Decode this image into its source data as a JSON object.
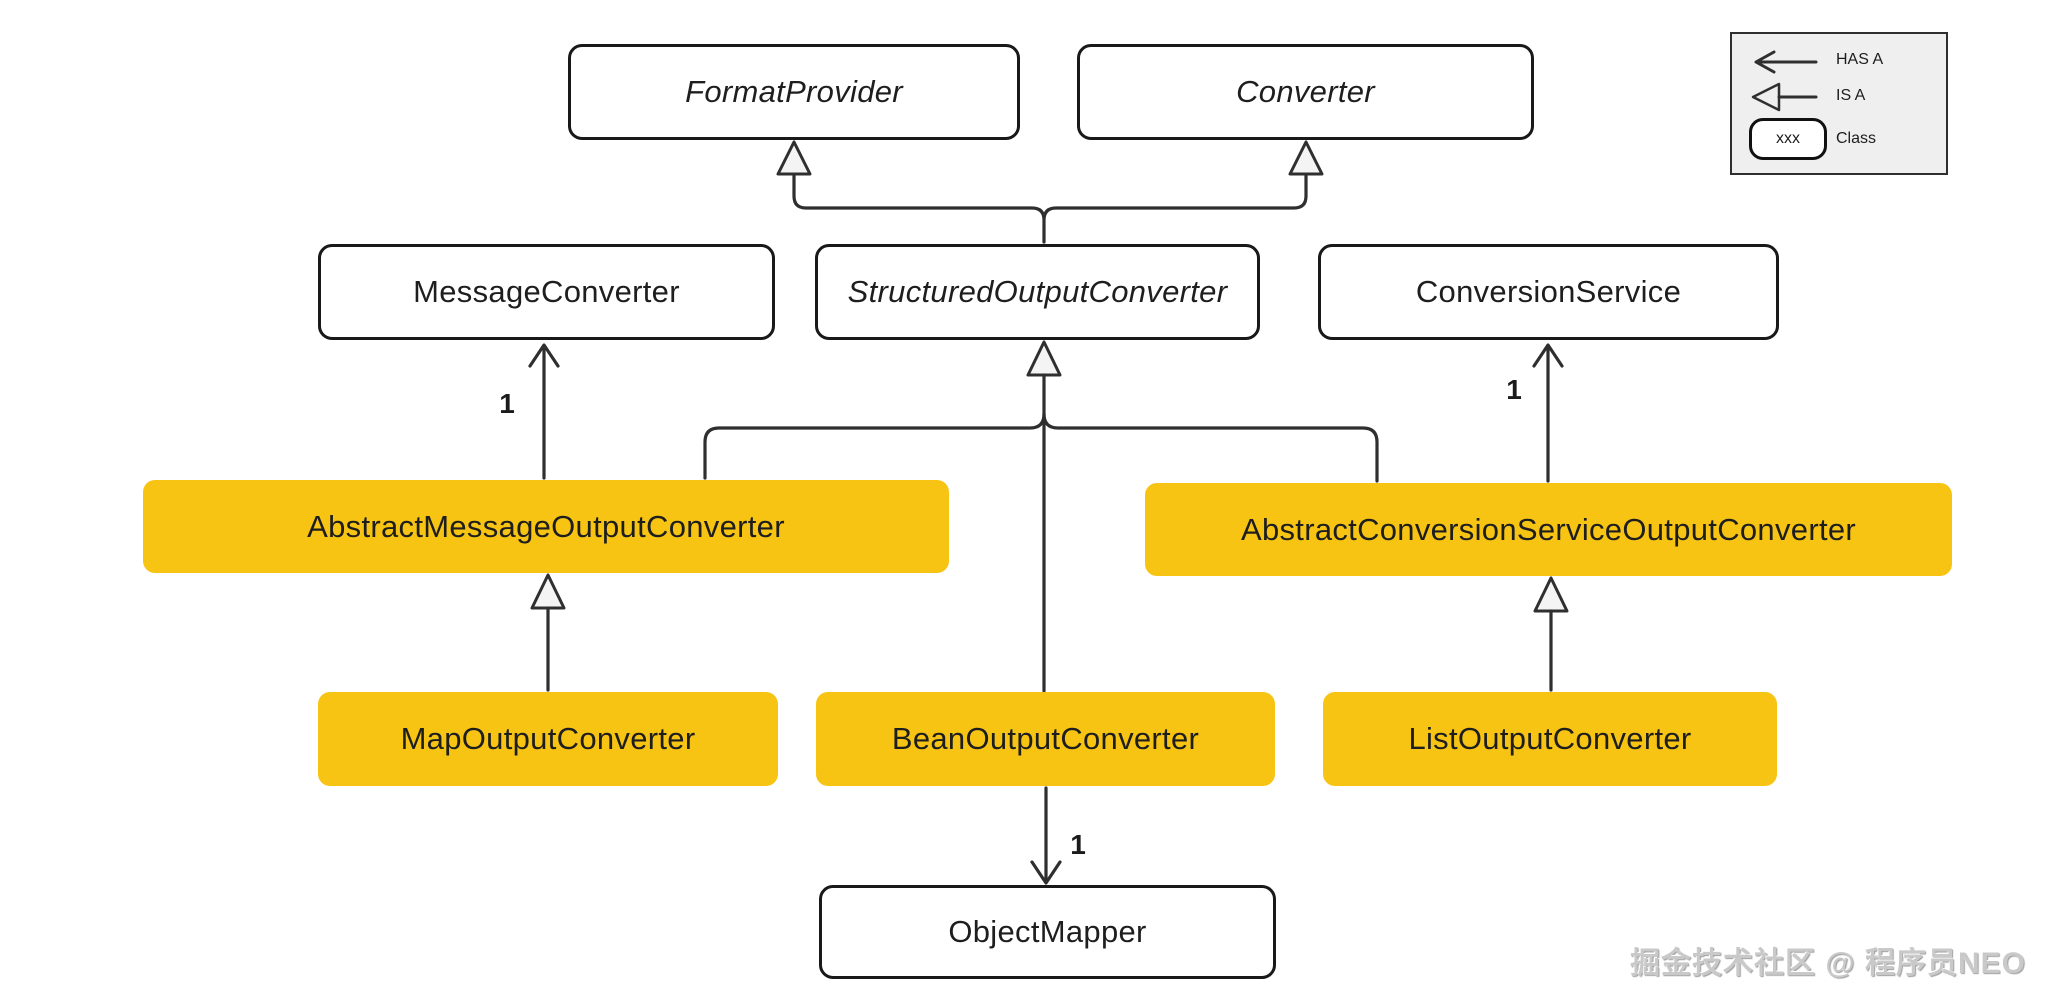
{
  "nodes": {
    "format_provider": {
      "label": "FormatProvider",
      "kind": "interface"
    },
    "converter": {
      "label": "Converter",
      "kind": "interface"
    },
    "message_converter": {
      "label": "MessageConverter",
      "kind": "class"
    },
    "structured_output_converter": {
      "label": "StructuredOutputConverter",
      "kind": "interface"
    },
    "conversion_service": {
      "label": "ConversionService",
      "kind": "class"
    },
    "abstract_message_output_converter": {
      "label": "AbstractMessageOutputConverter",
      "kind": "abstract-class"
    },
    "abstract_conversion_service_output_converter": {
      "label": "AbstractConversionServiceOutputConverter",
      "kind": "abstract-class"
    },
    "map_output_converter": {
      "label": "MapOutputConverter",
      "kind": "class"
    },
    "bean_output_converter": {
      "label": "BeanOutputConverter",
      "kind": "class"
    },
    "list_output_converter": {
      "label": "ListOutputConverter",
      "kind": "class"
    },
    "object_mapper": {
      "label": "ObjectMapper",
      "kind": "class"
    }
  },
  "relations": [
    {
      "from": "structured_output_converter",
      "to": "format_provider",
      "type": "IS A"
    },
    {
      "from": "structured_output_converter",
      "to": "converter",
      "type": "IS A"
    },
    {
      "from": "abstract_message_output_converter",
      "to": "structured_output_converter",
      "type": "IS A"
    },
    {
      "from": "bean_output_converter",
      "to": "structured_output_converter",
      "type": "IS A"
    },
    {
      "from": "abstract_conversion_service_output_converter",
      "to": "structured_output_converter",
      "type": "IS A"
    },
    {
      "from": "abstract_message_output_converter",
      "to": "message_converter",
      "type": "HAS A",
      "multiplicity": "1"
    },
    {
      "from": "abstract_conversion_service_output_converter",
      "to": "conversion_service",
      "type": "HAS A",
      "multiplicity": "1"
    },
    {
      "from": "map_output_converter",
      "to": "abstract_message_output_converter",
      "type": "IS A"
    },
    {
      "from": "list_output_converter",
      "to": "abstract_conversion_service_output_converter",
      "type": "IS A"
    },
    {
      "from": "bean_output_converter",
      "to": "object_mapper",
      "type": "HAS A",
      "multiplicity": "1"
    }
  ],
  "multiplicities": {
    "message_converter": "1",
    "conversion_service": "1",
    "object_mapper": "1"
  },
  "legend": {
    "items": [
      {
        "symbol": "has-a-arrow",
        "label": "HAS A"
      },
      {
        "symbol": "is-a-arrow",
        "label": "IS A"
      },
      {
        "symbol": "class-box",
        "label": "Class",
        "box_text": "xxx"
      }
    ]
  },
  "watermark": "掘金技术社区 @ 程序员NEO",
  "colors": {
    "concrete_class_fill": "#f7c413",
    "interface_fill": "#ffffff",
    "line": "#2f2f2f",
    "legend_background": "#efefef",
    "text": "#1e1e1e"
  }
}
